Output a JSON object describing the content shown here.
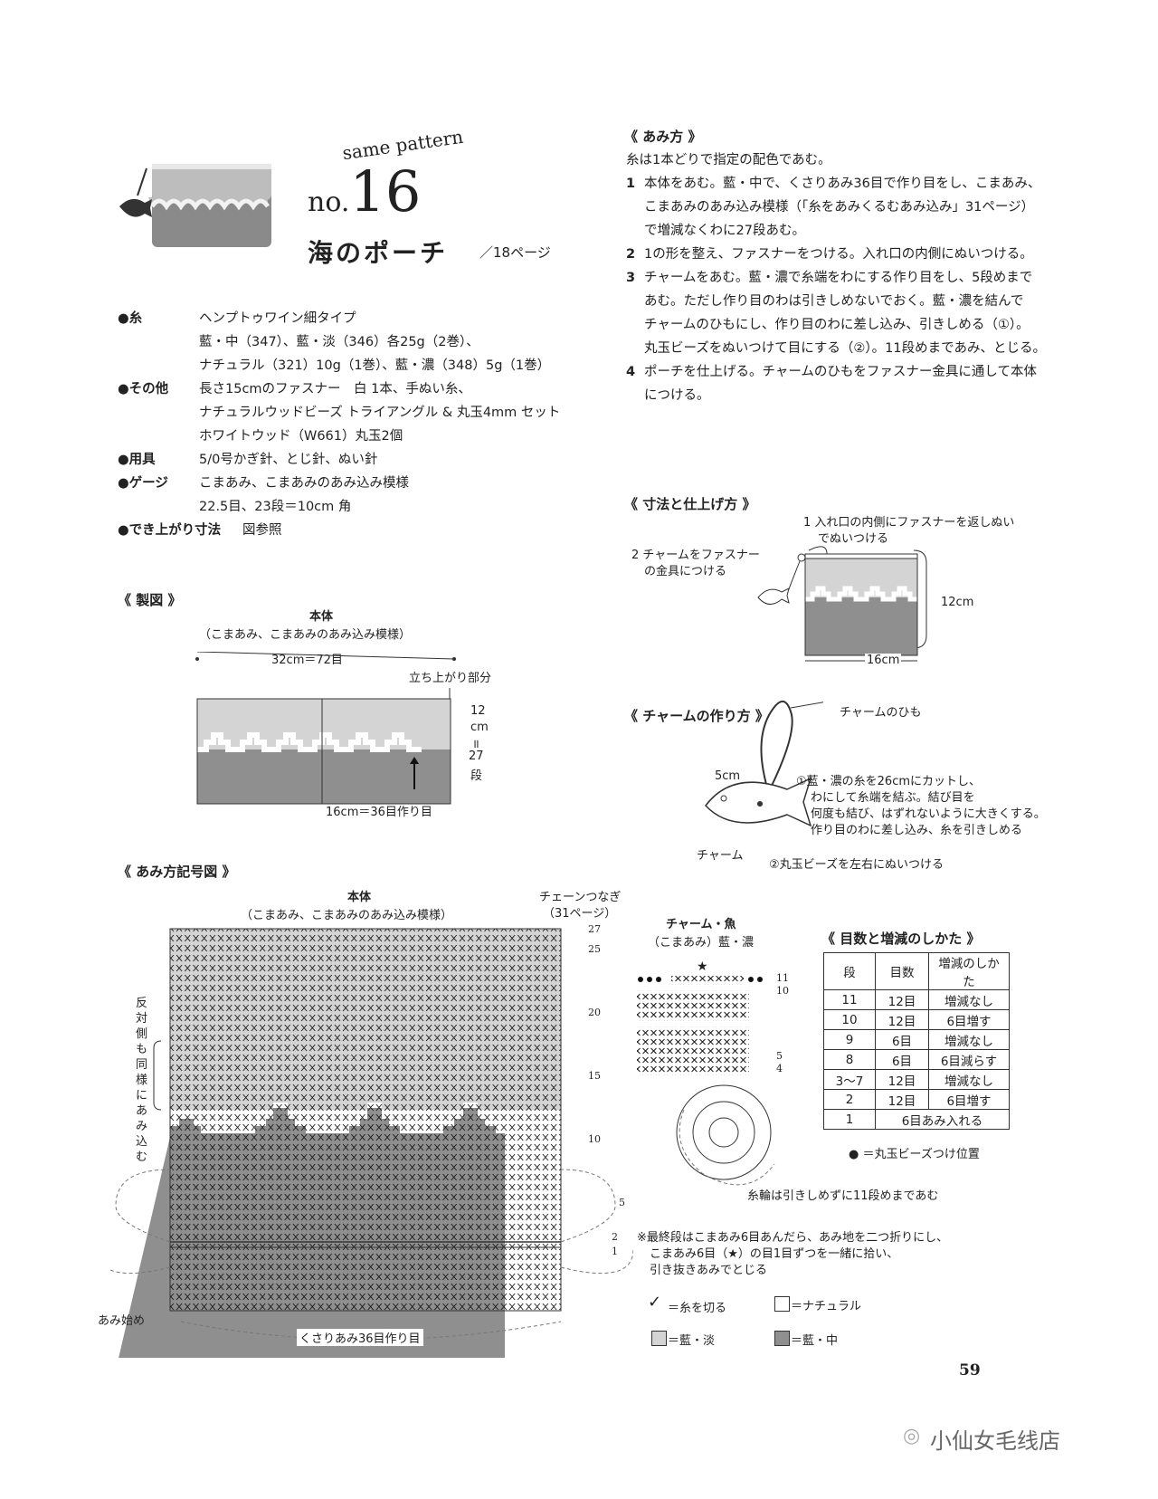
{
  "header": {
    "same_pattern": "same pattern",
    "no_prefix": "no.",
    "no_number": "16",
    "title": "海のポーチ",
    "page_ref": "／18ページ"
  },
  "materials": [
    {
      "label": "●糸",
      "lines": [
        "ヘンプトゥワイン細タイプ",
        "藍・中（347）、藍・淡（346）各25g（2巻）、",
        "ナチュラル（321）10g（1巻）、藍・濃（348）5g（1巻）"
      ]
    },
    {
      "label": "●その他",
      "lines": [
        "長さ15cmのファスナー　白 1本、手ぬい糸、",
        "ナチュラルウッドビーズ トライアングル & 丸玉4mm セット",
        "ホワイトウッド（W661）丸玉2個"
      ]
    },
    {
      "label": "●用具",
      "lines": [
        "5/0号かぎ針、とじ針、ぬい針"
      ]
    },
    {
      "label": "●ゲージ",
      "lines": [
        "こまあみ、こまあみのあみ込み模様",
        "22.5目、23段＝10cm 角"
      ]
    },
    {
      "label": "●でき上がり寸法",
      "lines": [
        "図参照"
      ]
    }
  ],
  "instructions": {
    "heading": "《 あみ方 》",
    "intro": "糸は1本どりで指定の配色であむ。",
    "steps": [
      {
        "num": "1",
        "lines": [
          "本体をあむ。藍・中で、くさりあみ36目で作り目をし、こまあみ、",
          "こまあみのあみ込み模様（「糸をあみくるむあみ込み」31ページ）",
          "で増減なくわに27段あむ。"
        ]
      },
      {
        "num": "2",
        "lines": [
          "1の形を整え、ファスナーをつける。入れ口の内側にぬいつける。"
        ]
      },
      {
        "num": "3",
        "lines": [
          "チャームをあむ。藍・濃で糸端をわにする作り目をし、5段めまで",
          "あむ。ただし作り目のわは引きしめないでおく。藍・濃を結んで",
          "チャームのひもにし、作り目のわに差し込み、引きしめる（①）。",
          "丸玉ビーズをぬいつけて目にする（②）。11段めまであみ、とじる。"
        ]
      },
      {
        "num": "4",
        "lines": [
          "ポーチを仕上げる。チャームのひもをファスナー金具に通して本体",
          "につける。"
        ]
      }
    ]
  },
  "seizu": {
    "heading": "《 製図 》",
    "title": "本体",
    "subtitle": "（こまあみ、こまあみのあみ込み模様）",
    "width": "32cm＝72目",
    "tachiagari": "立ち上がり部分",
    "h1": "12",
    "h2": "cm",
    "h3": "॥",
    "h4": "27",
    "h5": "段",
    "bottom": "16cm＝36目作り目"
  },
  "finishing": {
    "heading": "《 寸法と仕上げ方 》",
    "note1a": "1 入れ口の内側にファスナーを返しぬい",
    "note1b": "でぬいつける",
    "note2a": "2 チャームをファスナー",
    "note2b": "の金具につける",
    "height": "12cm",
    "width": "16cm"
  },
  "charm": {
    "heading": "《 チャームの作り方 》",
    "himo": "チャームのひも",
    "size": "5cm",
    "step1a": "①藍・濃の糸を26cmにカットし、",
    "step1b": "わにして糸端を結ぶ。結び目を",
    "step1c": "何度も結び、はずれないように大きくする。",
    "step1d": "作り目のわに差し込み、糸を引きしめる",
    "label": "チャーム",
    "step2": "②丸玉ビーズを左右にぬいつける"
  },
  "kigou": {
    "heading": "《 あみ方記号図 》",
    "title": "本体",
    "subtitle": "（こまあみ、こまあみのあみ込み模様）",
    "chain_a": "チェーンつなぎ",
    "chain_b": "（31ページ）",
    "side_note": "反対側も同様にあみ込む",
    "start": "あみ始め",
    "bottom": "くさりあみ36目作り目",
    "rows": [
      "27",
      "25",
      "20",
      "15",
      "10",
      "5",
      "2",
      "1"
    ]
  },
  "charm_chart": {
    "title": "チャーム・魚",
    "subtitle": "（こまあみ）藍・濃",
    "star": "★",
    "ring_note": "糸輪は引きしめずに11段めまであむ",
    "rows": [
      "11",
      "10",
      "5",
      "4"
    ]
  },
  "table": {
    "heading": "《 目数と増減のしかた 》",
    "headers": [
      "段",
      "目数",
      "増減のしかた"
    ],
    "rows": [
      [
        "11",
        "12目",
        "増減なし"
      ],
      [
        "10",
        "12目",
        "6目増す"
      ],
      [
        "9",
        "6目",
        "増減なし"
      ],
      [
        "8",
        "6目",
        "6目減らす"
      ],
      [
        "3〜7",
        "12目",
        "増減なし"
      ],
      [
        "2",
        "12目",
        "6目増す"
      ],
      [
        "1",
        "6目あみ入れる",
        ""
      ]
    ],
    "bead_note": "● ＝丸玉ビーズつけ位置"
  },
  "note": {
    "line1": "※最終段はこまあみ6目あんだら、あみ地を二つ折りにし、",
    "line2": "こまあみ6目（★）の目1目ずつを一緒に拾い、",
    "line3": "引き抜きあみでとじる"
  },
  "legend": {
    "cut": "＝糸を切る",
    "natural": "＝ナチュラル",
    "light": "＝藍・淡",
    "mid": "＝藍・中"
  },
  "colors": {
    "light": "#d4d4d4",
    "mid": "#8f8f8f",
    "dark": "#555555",
    "natural": "#ffffff"
  },
  "page_number": "59",
  "watermark": "小仙女毛线店"
}
